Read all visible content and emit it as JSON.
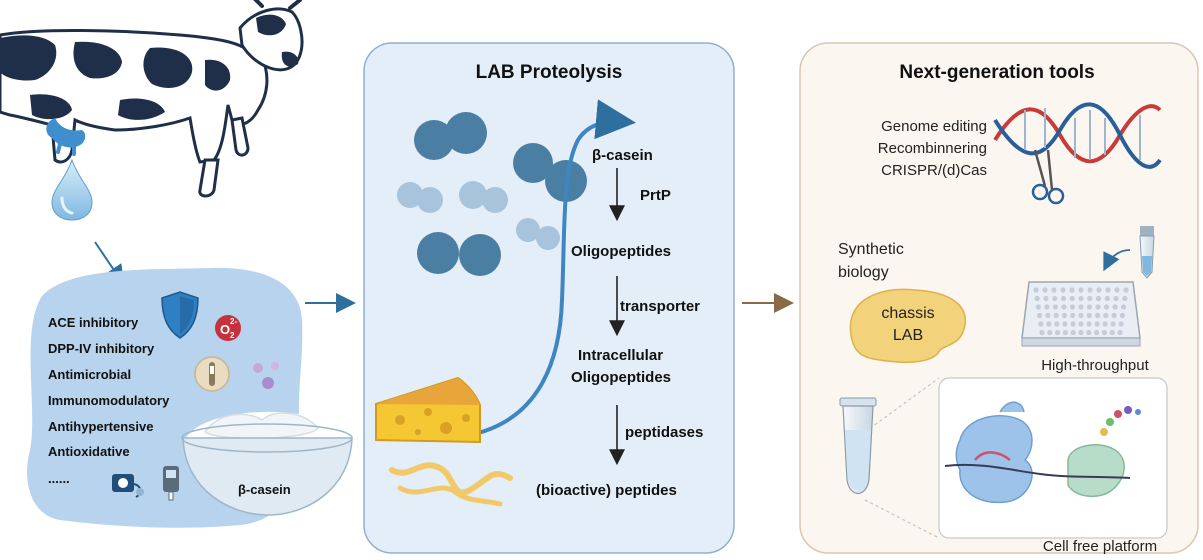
{
  "left_panel": {
    "activities": [
      "ACE inhibitory",
      "DPP-IV inhibitory",
      "Antimicrobial",
      "Immunomodulatory",
      "Antihypertensive",
      "Antioxidative",
      "......"
    ],
    "bowl_label": "β-casein",
    "oxygen_label": "O",
    "oxygen_charge": "2-",
    "oxygen_sub": "2"
  },
  "middle_panel": {
    "title": "LAB Proteolysis",
    "steps": [
      "β-casein",
      "Oligopeptides",
      "Intracellular",
      "Oligopeptides",
      "(bioactive) peptides"
    ],
    "enzymes": [
      "PrtP",
      "transporter",
      "peptidases"
    ]
  },
  "right_panel": {
    "title": "Next-generation tools",
    "genome_lines": [
      "Genome editing",
      "Recombinnering",
      "CRISPR/(d)Cas"
    ],
    "synthetic_lines": [
      "Synthetic",
      "biology"
    ],
    "chassis_lines": [
      "chassis",
      "LAB"
    ],
    "high_throughput": "High-throughput",
    "cell_free": "Cell free platform"
  },
  "colors": {
    "middle_panel_bg": "#e4eef9",
    "right_panel_bg": "#fbf6ef",
    "left_blob": "#b7d3ee",
    "bacteria": "#4a7fa3",
    "arrow_blue": "#2f6f9e",
    "arrow_brown": "#8a6a44"
  }
}
